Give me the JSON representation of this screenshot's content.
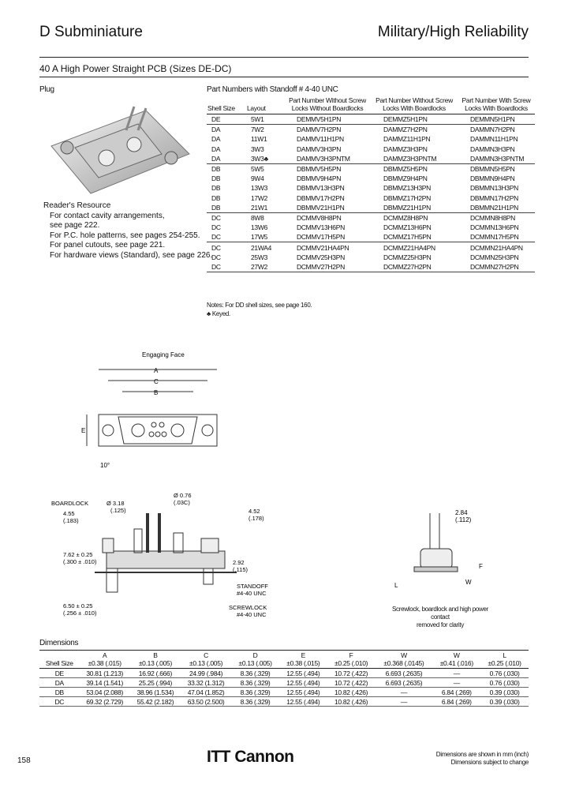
{
  "header": {
    "left": "D Subminiature",
    "right": "Military/High Reliability"
  },
  "section_title": "40 A High Power Straight PCB (Sizes DE-DC)",
  "plug_label": "Plug",
  "parts_table": {
    "title": "Part Numbers with Standoff # 4-40 UNC",
    "headers": [
      "Shell Size",
      "Layout",
      "Part Number Without Screw Locks Without Boardlocks",
      "Part Number Without Screw Locks With Boardlocks",
      "Part Number With Screw Locks With Boardlocks"
    ],
    "rows": [
      [
        "DE",
        "5W1",
        "DEMMV5H1PN",
        "DEMMZ5H1PN",
        "DEMMN5H1PN"
      ],
      [
        "DA",
        "7W2",
        "DAMMV7H2PN",
        "DAMMZ7H2PN",
        "DAMMN7H2PN"
      ],
      [
        "DA",
        "11W1",
        "DAMMV11H1PN",
        "DAMMZ11H1PN",
        "DAMMN11H1PN"
      ],
      [
        "DA",
        "3W3",
        "DAMMV3H3PN",
        "DAMMZ3H3PN",
        "DAMMN3H3PN"
      ],
      [
        "DA",
        "3W3♣",
        "DAMMV3H3PNTM",
        "DAMMZ3H3PNTM",
        "DAMMN3H3PNTM"
      ],
      [
        "DB",
        "5W5",
        "DBMMV5H5PN",
        "DBMMZ5H5PN",
        "DBMMN5H5PN"
      ],
      [
        "DB",
        "9W4",
        "DBMMV9H4PN",
        "DBMMZ9H4PN",
        "DBMMN9H4PN"
      ],
      [
        "DB",
        "13W3",
        "DBMMV13H3PN",
        "DBMMZ13H3PN",
        "DBMMN13H3PN"
      ],
      [
        "DB",
        "17W2",
        "DBMMV17H2PN",
        "DBMMZ17H2PN",
        "DBMMN17H2PN"
      ],
      [
        "DB",
        "21W1",
        "DBMMV21H1PN",
        "DBMMZ21H1PN",
        "DBMMN21H1PN"
      ],
      [
        "DC",
        "8W8",
        "DCMMV8H8PN",
        "DCMMZ8H8PN",
        "DCMMN8H8PN"
      ],
      [
        "DC",
        "13W6",
        "DCMMV13H6PN",
        "DCMMZ13H6PN",
        "DCMMN13H6PN"
      ],
      [
        "DC",
        "17W5",
        "DCMMV17H5PN",
        "DCMMZ17H5PN",
        "DCMMN17H5PN"
      ],
      [
        "DC",
        "21WA4",
        "DCMMV21HA4PN",
        "DCMMZ21HA4PN",
        "DCMMN21HA4PN"
      ],
      [
        "DC",
        "25W3",
        "DCMMV25H3PN",
        "DCMMZ25H3PN",
        "DCMMN25H3PN"
      ],
      [
        "DC",
        "27W2",
        "DCMMV27H2PN",
        "DCMMZ27H2PN",
        "DCMMN27H2PN"
      ]
    ],
    "notes": [
      "Notes: For DD shell sizes, see page 160.",
      "♣ Keyed."
    ]
  },
  "readers_resource": {
    "title": "Reader's Resource",
    "lines": [
      "For contact cavity arrangements,",
      "see page 222.",
      "For P.C. hole patterns, see pages 254-255.",
      "For panel cutouts, see page 221.",
      "For hardware views (Standard), see page 226."
    ]
  },
  "drawing": {
    "engaging_face": "Engaging Face",
    "labels": [
      "A",
      "C",
      "B",
      "E",
      "10°",
      "BOARDLOCK",
      "Ø 3.18",
      "(.125)",
      "Ø 0.76",
      "(.03C)",
      "4.55",
      "(.183)",
      "4.52",
      "(.178)",
      "7.62 ± 0.25",
      "(.300 ± .010)",
      "2.92",
      "(.115)",
      "STANDOFF",
      "#4-40 UNC",
      "6.50 ± 0.25",
      "(.256 ± .010)",
      "SCREWLOCK",
      "#4-40 UNC",
      "2.84",
      "(.112)",
      "F",
      "W",
      "L"
    ],
    "caption": [
      "Screwlock, boardlock and high power contact",
      "removed for clarity"
    ]
  },
  "dimensions": {
    "title": "Dimensions",
    "headers": [
      [
        "Shell Size",
        ""
      ],
      [
        "A",
        "±0.38 (.015)"
      ],
      [
        "B",
        "±0.13 (.005)"
      ],
      [
        "C",
        "±0.13 (.005)"
      ],
      [
        "D",
        "±0.13 (.005)"
      ],
      [
        "E",
        "±0.38 (.015)"
      ],
      [
        "F",
        "±0.25 (.010)"
      ],
      [
        "W",
        "±0.368 (.0145)"
      ],
      [
        "W",
        "±0.41 (.016)"
      ],
      [
        "L",
        "±0.25 (.010)"
      ]
    ],
    "rows": [
      [
        "DE",
        "30.81 (1.213)",
        "16.92 (.666)",
        "24.99 (.984)",
        "8.36 (.329)",
        "12.55 (.494)",
        "10.72 (.422)",
        "6.693 (.2635)",
        "—",
        "0.76 (.030)"
      ],
      [
        "DA",
        "39.14 (1.541)",
        "25.25 (.994)",
        "33.32 (1.312)",
        "8.36 (.329)",
        "12.55 (.494)",
        "10.72 (.422)",
        "6.693 (.2635)",
        "—",
        "0.76 (.030)"
      ],
      [
        "DB",
        "53.04 (2.088)",
        "38.96 (1.534)",
        "47.04 (1.852)",
        "8.36 (.329)",
        "12.55 (.494)",
        "10.82 (.426)",
        "—",
        "6.84 (.269)",
        "0.39 (.030)"
      ],
      [
        "DC",
        "69.32 (2.729)",
        "55.42 (2.182)",
        "63.50 (2.500)",
        "8.36 (.329)",
        "12.55 (.494)",
        "10.82 (.426)",
        "—",
        "6.84 (.269)",
        "0.39 (.030)"
      ]
    ]
  },
  "footer": {
    "page": "158",
    "logo": "ITT Cannon",
    "notes": [
      "Dimensions are shown in mm (inch)",
      "Dimensions subject to change"
    ]
  }
}
